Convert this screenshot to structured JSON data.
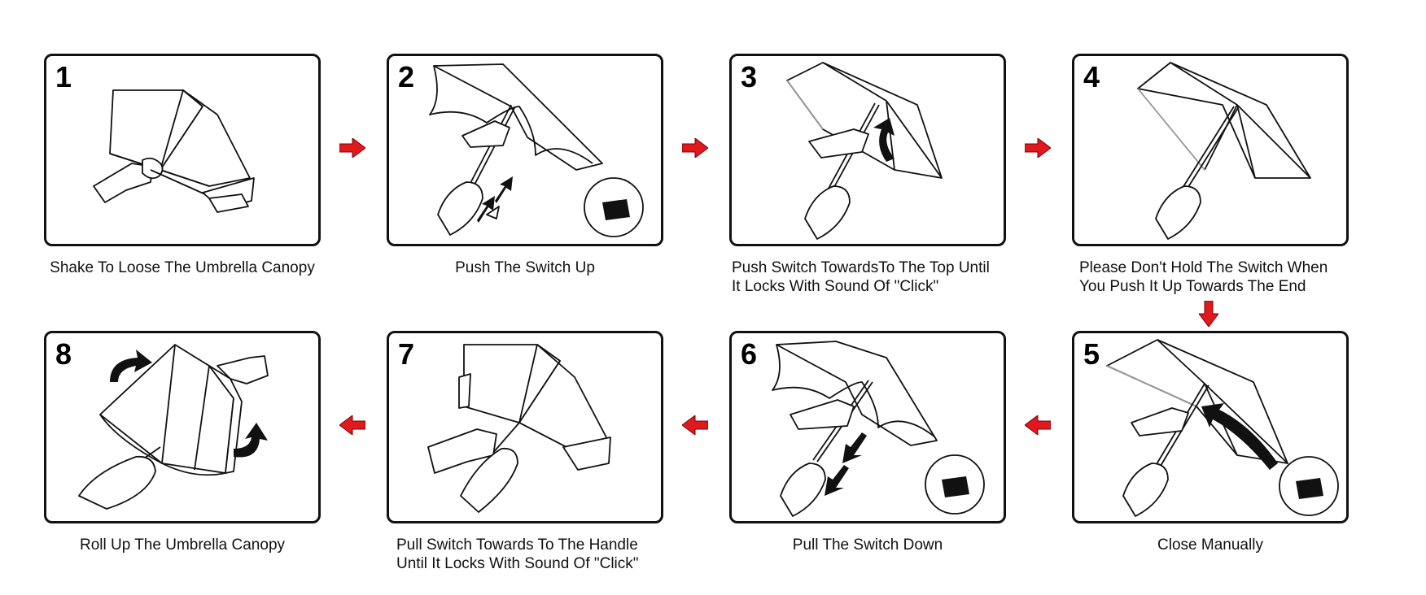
{
  "steps": [
    {
      "number": "1",
      "caption_line1": "Shake To Loose The Umbrella Canopy",
      "caption_line2": ""
    },
    {
      "number": "2",
      "caption_line1": "Push The Switch Up",
      "caption_line2": ""
    },
    {
      "number": "3",
      "caption_line1": "Push Switch TowardsTo The Top Until",
      "caption_line2": "It Locks With Sound Of \"Click\""
    },
    {
      "number": "4",
      "caption_line1": "Please Don't Hold The Switch When",
      "caption_line2": "You Push It Up Towards The End"
    },
    {
      "number": "5",
      "caption_line1": "Close Manually",
      "caption_line2": ""
    },
    {
      "number": "6",
      "caption_line1": "Pull The Switch Down",
      "caption_line2": ""
    },
    {
      "number": "7",
      "caption_line1": "Pull Switch Towards To The Handle",
      "caption_line2": "Until It Locks With Sound Of \"Click\""
    },
    {
      "number": "8",
      "caption_line1": "Roll Up The Umbrella Canopy",
      "caption_line2": ""
    }
  ],
  "colors": {
    "flow_arrow": "#e0191f",
    "line_art": "#111111",
    "background": "#ffffff"
  }
}
